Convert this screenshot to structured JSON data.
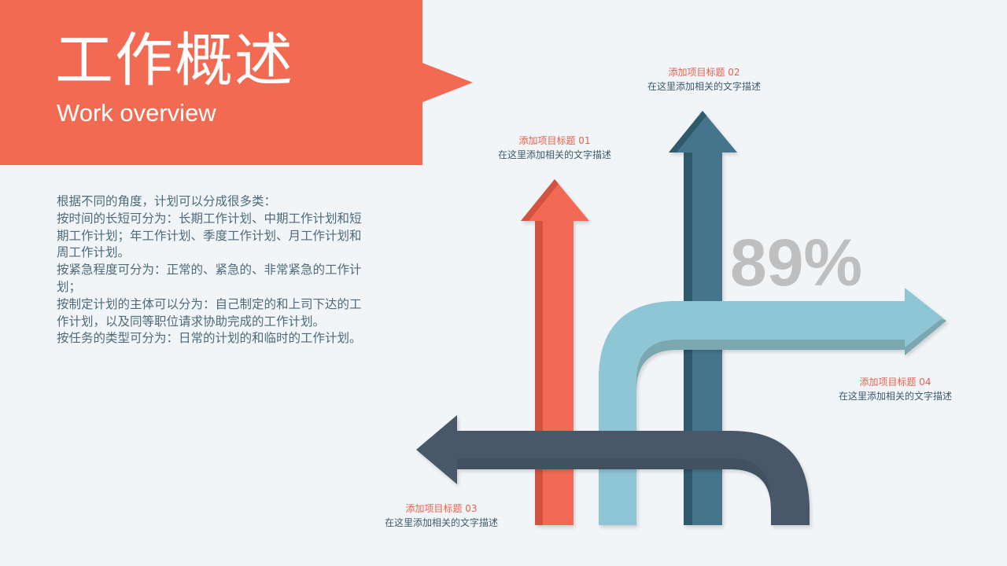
{
  "header": {
    "title": "工作概述",
    "subtitle": "Work overview"
  },
  "body_paragraphs": [
    "根据不同的角度，计划可以分成很多类：",
    "按时间的长短可分为：长期工作计划、中期工作计划和短期工作计划；年工作计划、季度工作计划、月工作计划和周工作计划。",
    "按紧急程度可分为：正常的、紧急的、非常紧急的工作计划；",
    "按制定计划的主体可以分为：自己制定的和上司下达的工作计划，以及同等职位请求协助完成的工作计划。",
    "按任务的类型可分为：日常的计划的和临时的工作计划。"
  ],
  "items": [
    {
      "title": "添加项目标题 01",
      "desc": "在这里添加相关的文字描述"
    },
    {
      "title": "添加项目标题 02",
      "desc": "在这里添加相关的文字描述"
    },
    {
      "title": "添加项目标题 03",
      "desc": "在这里添加相关的文字描述"
    },
    {
      "title": "添加项目标题 04",
      "desc": "在这里添加相关的文字描述"
    }
  ],
  "stat": {
    "value": "89%"
  },
  "colors": {
    "accent": "#f26a52",
    "teal": "#45758d",
    "light_blue": "#8fc6d6",
    "slate": "#4a5968",
    "background": "#f2f5f8"
  }
}
